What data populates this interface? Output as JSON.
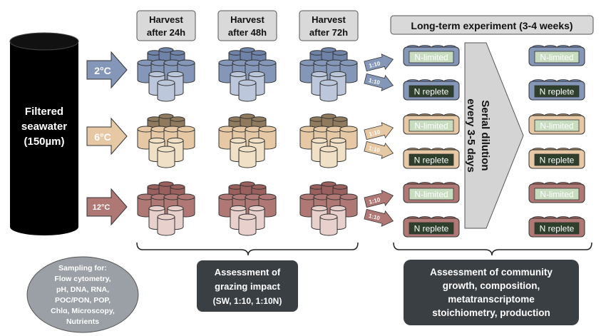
{
  "seawater": {
    "line1": "Filtered",
    "line2": "seawater",
    "line3": "(150µm)"
  },
  "harvest_headers": [
    {
      "line1": "Harvest",
      "line2": "after 24h"
    },
    {
      "line1": "Harvest",
      "line2": "after 48h"
    },
    {
      "line1": "Harvest",
      "line2": "after 72h"
    }
  ],
  "long_term_header": "Long-term experiment (3-4 weeks)",
  "temperatures": [
    {
      "label": "2°C",
      "fill": "#8597b8",
      "dark": "#4f6288",
      "light": "#bcc7db",
      "lid": "#6f82a8",
      "arrow_text": "#ffffff"
    },
    {
      "label": "6°C",
      "fill": "#e6c8a4",
      "dark": "#5c4a34",
      "light": "#f0e0c6",
      "lid": "#8f7a5e",
      "arrow_text": "#ffffff"
    },
    {
      "label": "12°C",
      "fill": "#b07874",
      "dark": "#7a4d4b",
      "light": "#e8d0cc",
      "lid": "#9a605e",
      "arrow_text": "#ffffff"
    }
  ],
  "dilution_label": "1:10",
  "treatments": {
    "limited": "N-limited",
    "replete": "N replete"
  },
  "serial_dilution": {
    "line1": "Serial dilution",
    "line2": "every 3-5 days"
  },
  "sampling": {
    "lines": [
      "Sampling for:",
      "Flow cytometry,",
      "pH, DNA, RNA,",
      "POC/PON, POP,",
      "Chlɑ, Microscopy,",
      "Nutrients"
    ]
  },
  "grazing_box": {
    "lines": [
      "Assessment of",
      "grazing impact",
      "(SW, 1:10, 1:10N)"
    ]
  },
  "community_box": {
    "lines": [
      "Assessment of community",
      "growth, composition,",
      "metatranscriptome",
      "stoichiometry, production"
    ]
  },
  "colors": {
    "header_box": "#d9d9d9",
    "dark_box": "#3a3f44",
    "sampling_oval": "#9aa0a6",
    "n_limited_label": "#c8dcc0",
    "n_replete_label": "#2e3f2c"
  }
}
